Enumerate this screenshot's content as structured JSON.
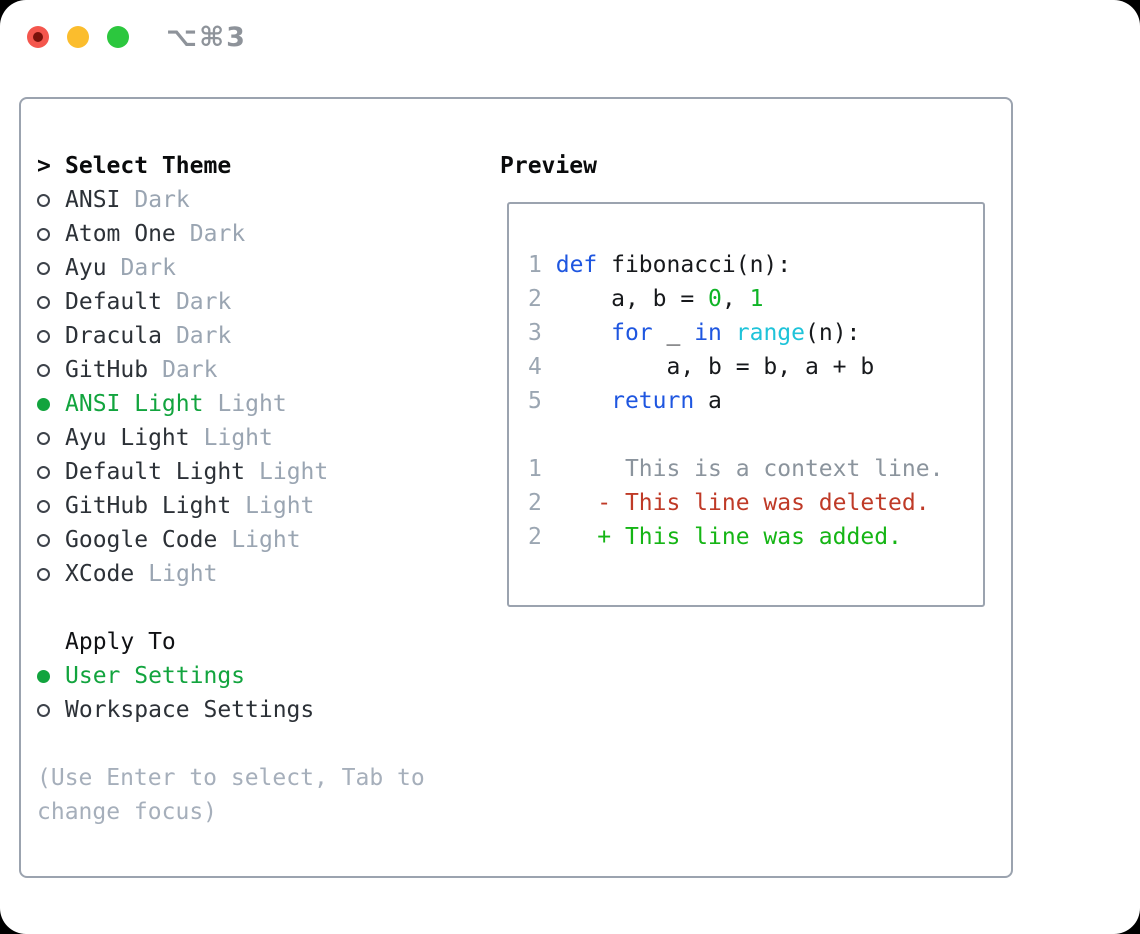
{
  "titlebar": {
    "title": "⌥⌘3"
  },
  "colors": {
    "accent_green": "#12a43e",
    "diff_add": "#15b515",
    "diff_del": "#bf3a27",
    "keyword_blue": "#1e56e0",
    "builtin_cyan": "#1ec3d9",
    "literal_green": "#0fb426",
    "traffic_red": "#f4564d",
    "traffic_yellow": "#fbbd2d",
    "traffic_green": "#2cc73e"
  },
  "theme_selector": {
    "marker": ">",
    "title": "Select Theme",
    "items": [
      {
        "id": "ansi-dark",
        "name": "ANSI",
        "tag": "Dark",
        "selected": false
      },
      {
        "id": "atom-one-dark",
        "name": "Atom One",
        "tag": "Dark",
        "selected": false
      },
      {
        "id": "ayu-dark",
        "name": "Ayu",
        "tag": "Dark",
        "selected": false
      },
      {
        "id": "default-dark",
        "name": "Default",
        "tag": "Dark",
        "selected": false
      },
      {
        "id": "dracula-dark",
        "name": "Dracula",
        "tag": "Dark",
        "selected": false
      },
      {
        "id": "github-dark",
        "name": "GitHub",
        "tag": "Dark",
        "selected": false
      },
      {
        "id": "ansi-light",
        "name": "ANSI Light",
        "tag": "Light",
        "selected": true
      },
      {
        "id": "ayu-light",
        "name": "Ayu Light",
        "tag": "Light",
        "selected": false
      },
      {
        "id": "default-light",
        "name": "Default Light",
        "tag": "Light",
        "selected": false
      },
      {
        "id": "github-light",
        "name": "GitHub Light",
        "tag": "Light",
        "selected": false
      },
      {
        "id": "google-code",
        "name": "Google Code",
        "tag": "Light",
        "selected": false
      },
      {
        "id": "xcode",
        "name": "XCode",
        "tag": "Light",
        "selected": false
      }
    ]
  },
  "apply_to": {
    "title": "Apply To",
    "options": [
      {
        "id": "user-settings",
        "label": "User Settings",
        "selected": true
      },
      {
        "id": "workspace-settings",
        "label": "Workspace Settings",
        "selected": false
      }
    ]
  },
  "help_text": "(Use Enter to select, Tab to change focus)",
  "preview": {
    "title": "Preview",
    "code": [
      {
        "num": "1",
        "segs": [
          {
            "t": " ",
            "c": "fg"
          },
          {
            "t": "def",
            "c": "kw"
          },
          {
            "t": " fibonacci(n):",
            "c": "fg"
          }
        ]
      },
      {
        "num": "2",
        "segs": [
          {
            "t": "     a, b = ",
            "c": "fg"
          },
          {
            "t": "0",
            "c": "lit"
          },
          {
            "t": ", ",
            "c": "fg"
          },
          {
            "t": "1",
            "c": "lit"
          }
        ]
      },
      {
        "num": "3",
        "segs": [
          {
            "t": "     ",
            "c": "fg"
          },
          {
            "t": "for",
            "c": "kw"
          },
          {
            "t": " _ ",
            "c": "fg"
          },
          {
            "t": "in",
            "c": "kw"
          },
          {
            "t": " ",
            "c": "fg"
          },
          {
            "t": "range",
            "c": "fn"
          },
          {
            "t": "(n):",
            "c": "fg"
          }
        ]
      },
      {
        "num": "4",
        "segs": [
          {
            "t": "         a, b = b, a + b",
            "c": "fg"
          }
        ]
      },
      {
        "num": "5",
        "segs": [
          {
            "t": "     ",
            "c": "fg"
          },
          {
            "t": "return",
            "c": "kw"
          },
          {
            "t": " a",
            "c": "fg"
          }
        ]
      },
      {
        "num": "",
        "segs": []
      },
      {
        "num": "1",
        "segs": [
          {
            "t": "      This is a context line.",
            "c": "ctx"
          }
        ]
      },
      {
        "num": "2",
        "segs": [
          {
            "t": "    ",
            "c": "fg"
          },
          {
            "t": "- This line was deleted.",
            "c": "del"
          }
        ]
      },
      {
        "num": "2",
        "segs": [
          {
            "t": "    ",
            "c": "fg"
          },
          {
            "t": "+ This line was added.",
            "c": "add"
          }
        ]
      }
    ]
  }
}
